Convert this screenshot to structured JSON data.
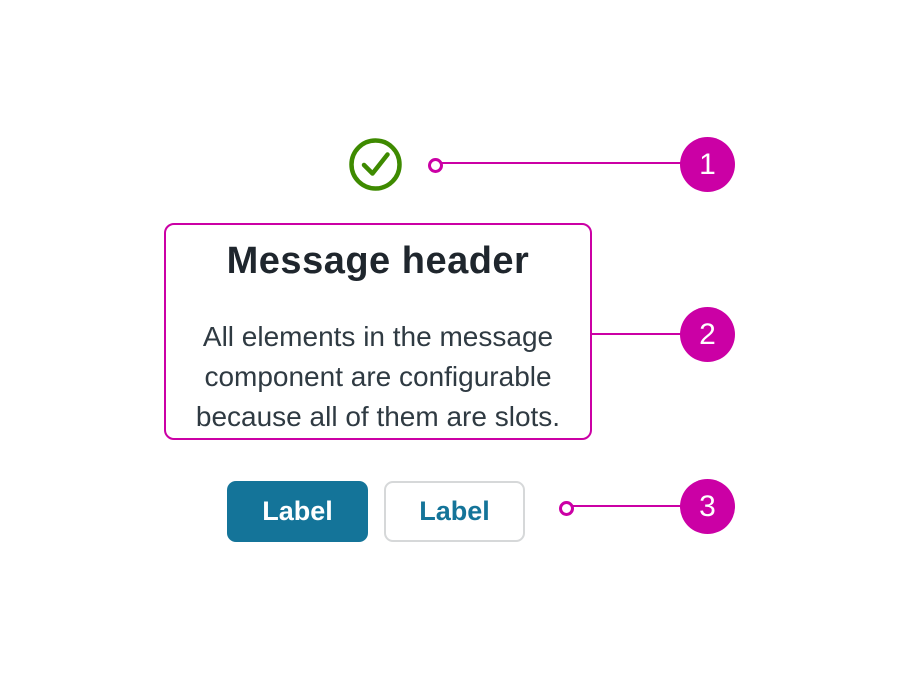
{
  "diagram": {
    "title": "message-component-anatomy",
    "colors": {
      "annotation_magenta": "#cb00a5",
      "success_green": "#3e8a00",
      "primary_teal": "#147499",
      "header_text": "#1f262d",
      "body_text": "#2f3a42",
      "secondary_button_border": "#d6d8d9",
      "background": "#ffffff"
    },
    "status_icon": {
      "name": "success-check-icon",
      "glyph": "circled-checkmark"
    },
    "message": {
      "header": "Message header",
      "body": "All elements in the message component are configurable because all of them are slots.",
      "body_lines": [
        "All elements in the message",
        "component are configurable",
        "because all of them are slots."
      ]
    },
    "buttons": [
      {
        "label": "Label",
        "variant": "primary"
      },
      {
        "label": "Label",
        "variant": "secondary"
      }
    ],
    "callouts": [
      {
        "number": "1",
        "target": "status-icon"
      },
      {
        "number": "2",
        "target": "message-box"
      },
      {
        "number": "3",
        "target": "action-buttons"
      }
    ]
  }
}
